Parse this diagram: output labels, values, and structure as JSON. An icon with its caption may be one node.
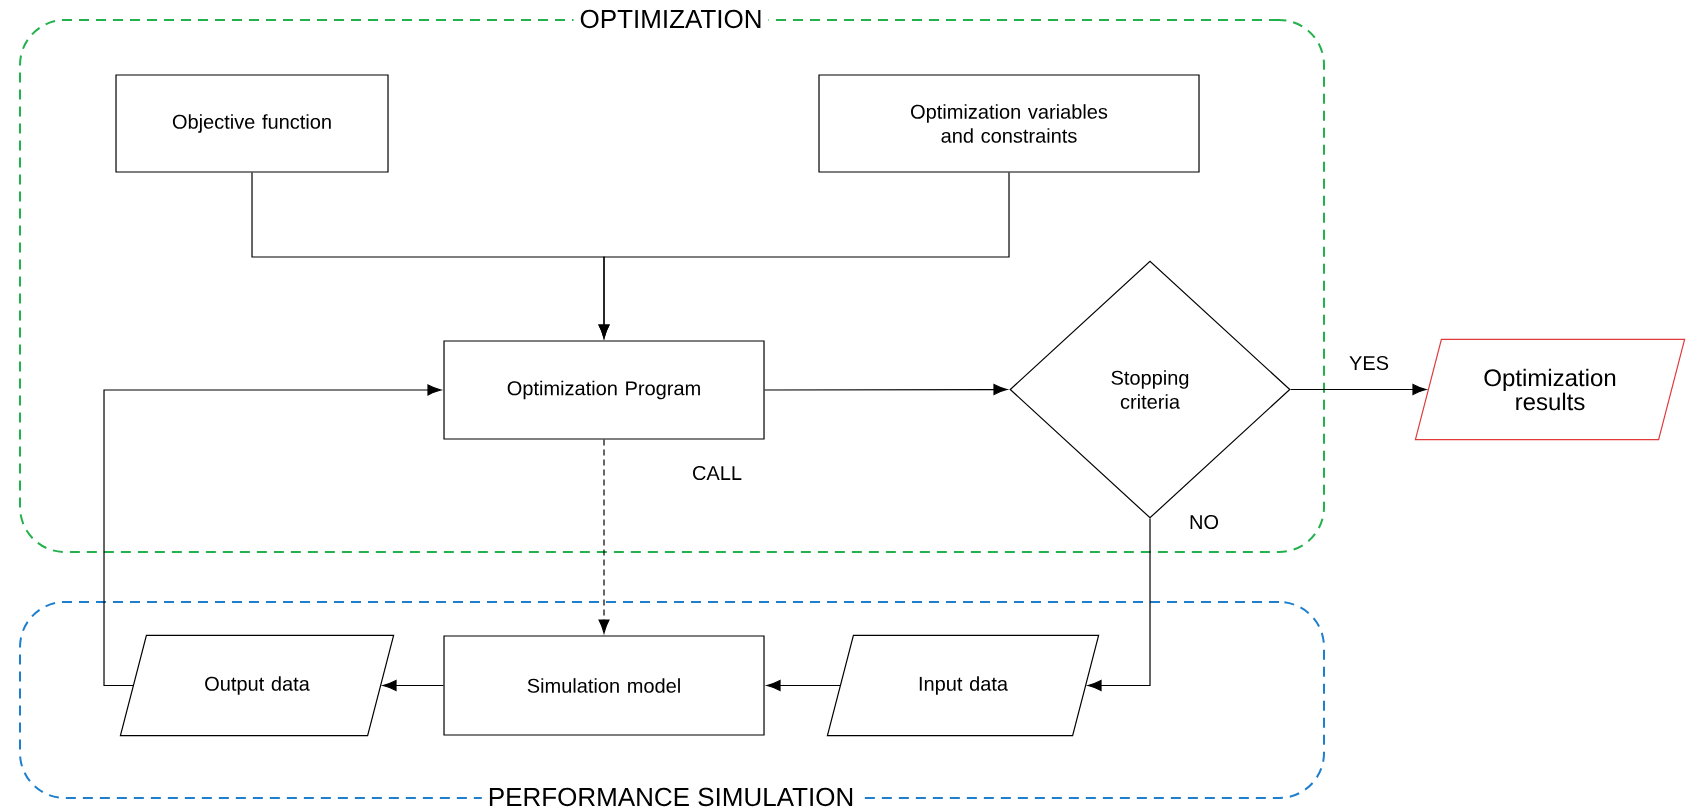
{
  "diagram": {
    "nodes": [
      {
        "text": [
          "OPTIMIZATION"
        ]
      },
      {
        "text": [
          "Objective function"
        ],
        "in": 0
      },
      {
        "text": [
          "Optimization variables and constraints"
        ],
        "in": 0
      },
      {
        "text": [
          "Optimization Program"
        ],
        "in": 0
      },
      {
        "text": [
          "Stopping criteria"
        ],
        "in": 0
      },
      {
        "text": [
          "Optimization results"
        ]
      },
      {
        "text": [
          "PERFORMANCE SIMULATION"
        ]
      },
      {
        "text": [
          "Output data"
        ],
        "in": 6
      },
      {
        "text": [
          "Simulation model"
        ],
        "in": 6
      },
      {
        "text": [
          "Input data"
        ],
        "in": 6
      }
    ],
    "edges": [
      {
        "from": 1,
        "to": 3,
        "arrow": "to"
      },
      {
        "from": 2,
        "to": 3,
        "arrow": "to"
      },
      {
        "from": 3,
        "to": 4,
        "arrow": "to"
      },
      {
        "from": 4,
        "to": 5,
        "arrow": "to",
        "label": "YES"
      },
      {
        "from": 4,
        "to": 9,
        "arrow": "to",
        "label": "NO"
      },
      {
        "from": 9,
        "to": 8,
        "arrow": "to"
      },
      {
        "from": 8,
        "to": 7,
        "arrow": "to"
      },
      {
        "from": 7,
        "to": 3,
        "arrow": "to"
      },
      {
        "from": 3,
        "to": 8,
        "arrow": "to",
        "label": "CALL",
        "style": "dashed"
      }
    ]
  }
}
